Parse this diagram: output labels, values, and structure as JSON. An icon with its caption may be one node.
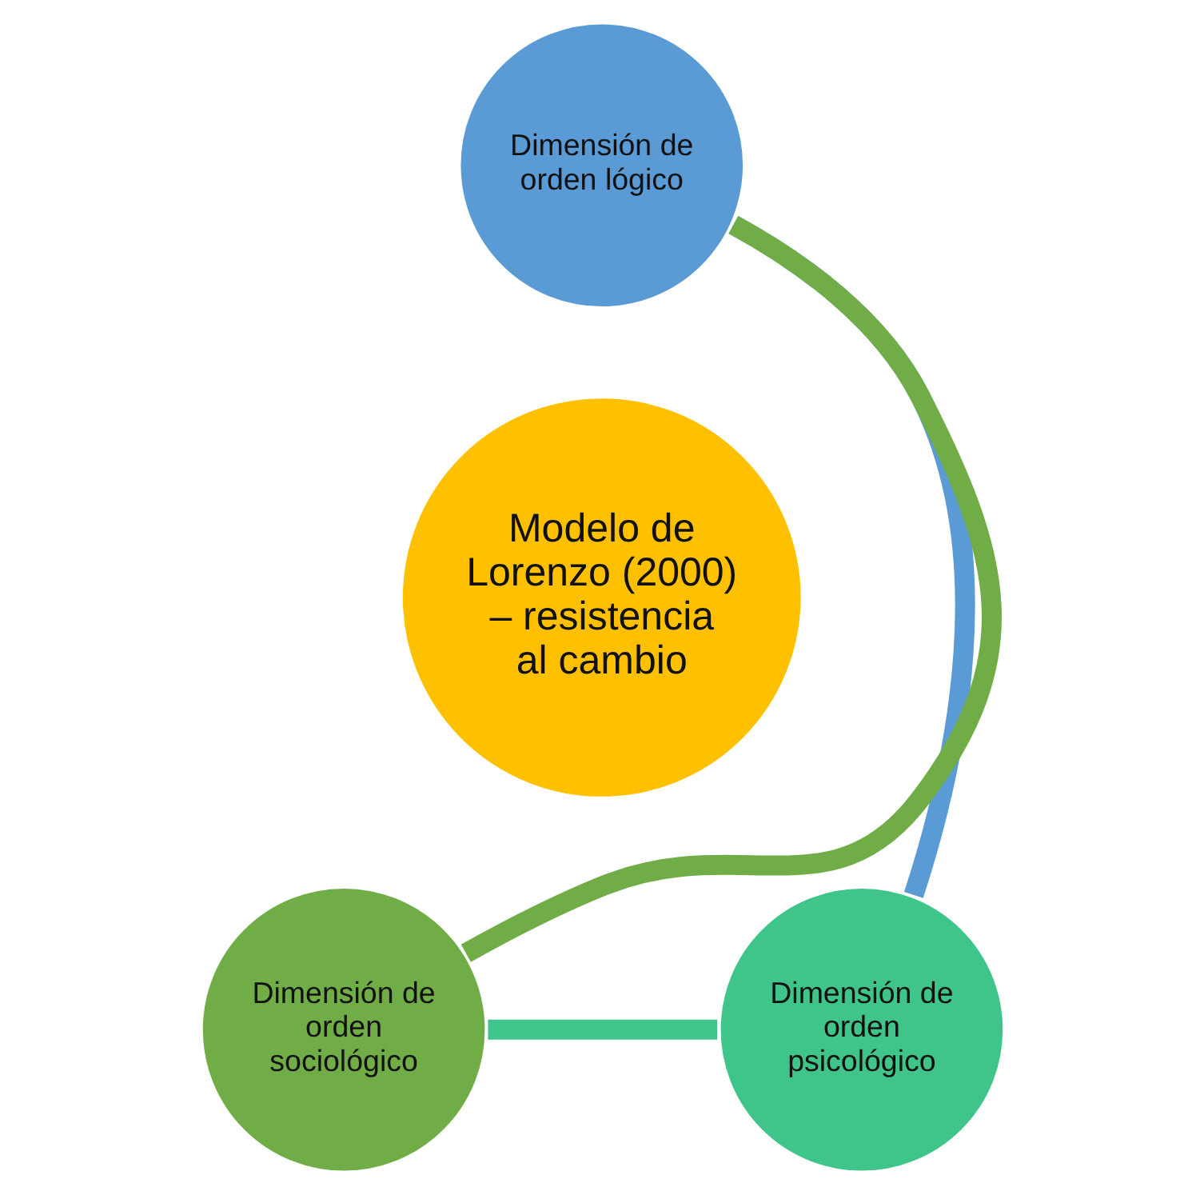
{
  "diagram": {
    "nodes": [
      {
        "text": [
          "Dimensión de orden lógico"
        ]
      },
      {
        "text": [
          "Modelo de Lorenzo (2000) – resistencia al cambio"
        ]
      },
      {
        "text": [
          "Dimensión de orden sociológico"
        ]
      },
      {
        "text": [
          "Dimensión de orden psicológico"
        ]
      }
    ],
    "edges": [
      {
        "from": 0,
        "to": 3,
        "arrow": "none",
        "color": "#5b9bd5"
      },
      {
        "from": 3,
        "to": 2,
        "arrow": "none",
        "color": "#3fc48a"
      },
      {
        "from": 2,
        "to": 0,
        "arrow": "none",
        "color": "#70ad47"
      }
    ]
  }
}
